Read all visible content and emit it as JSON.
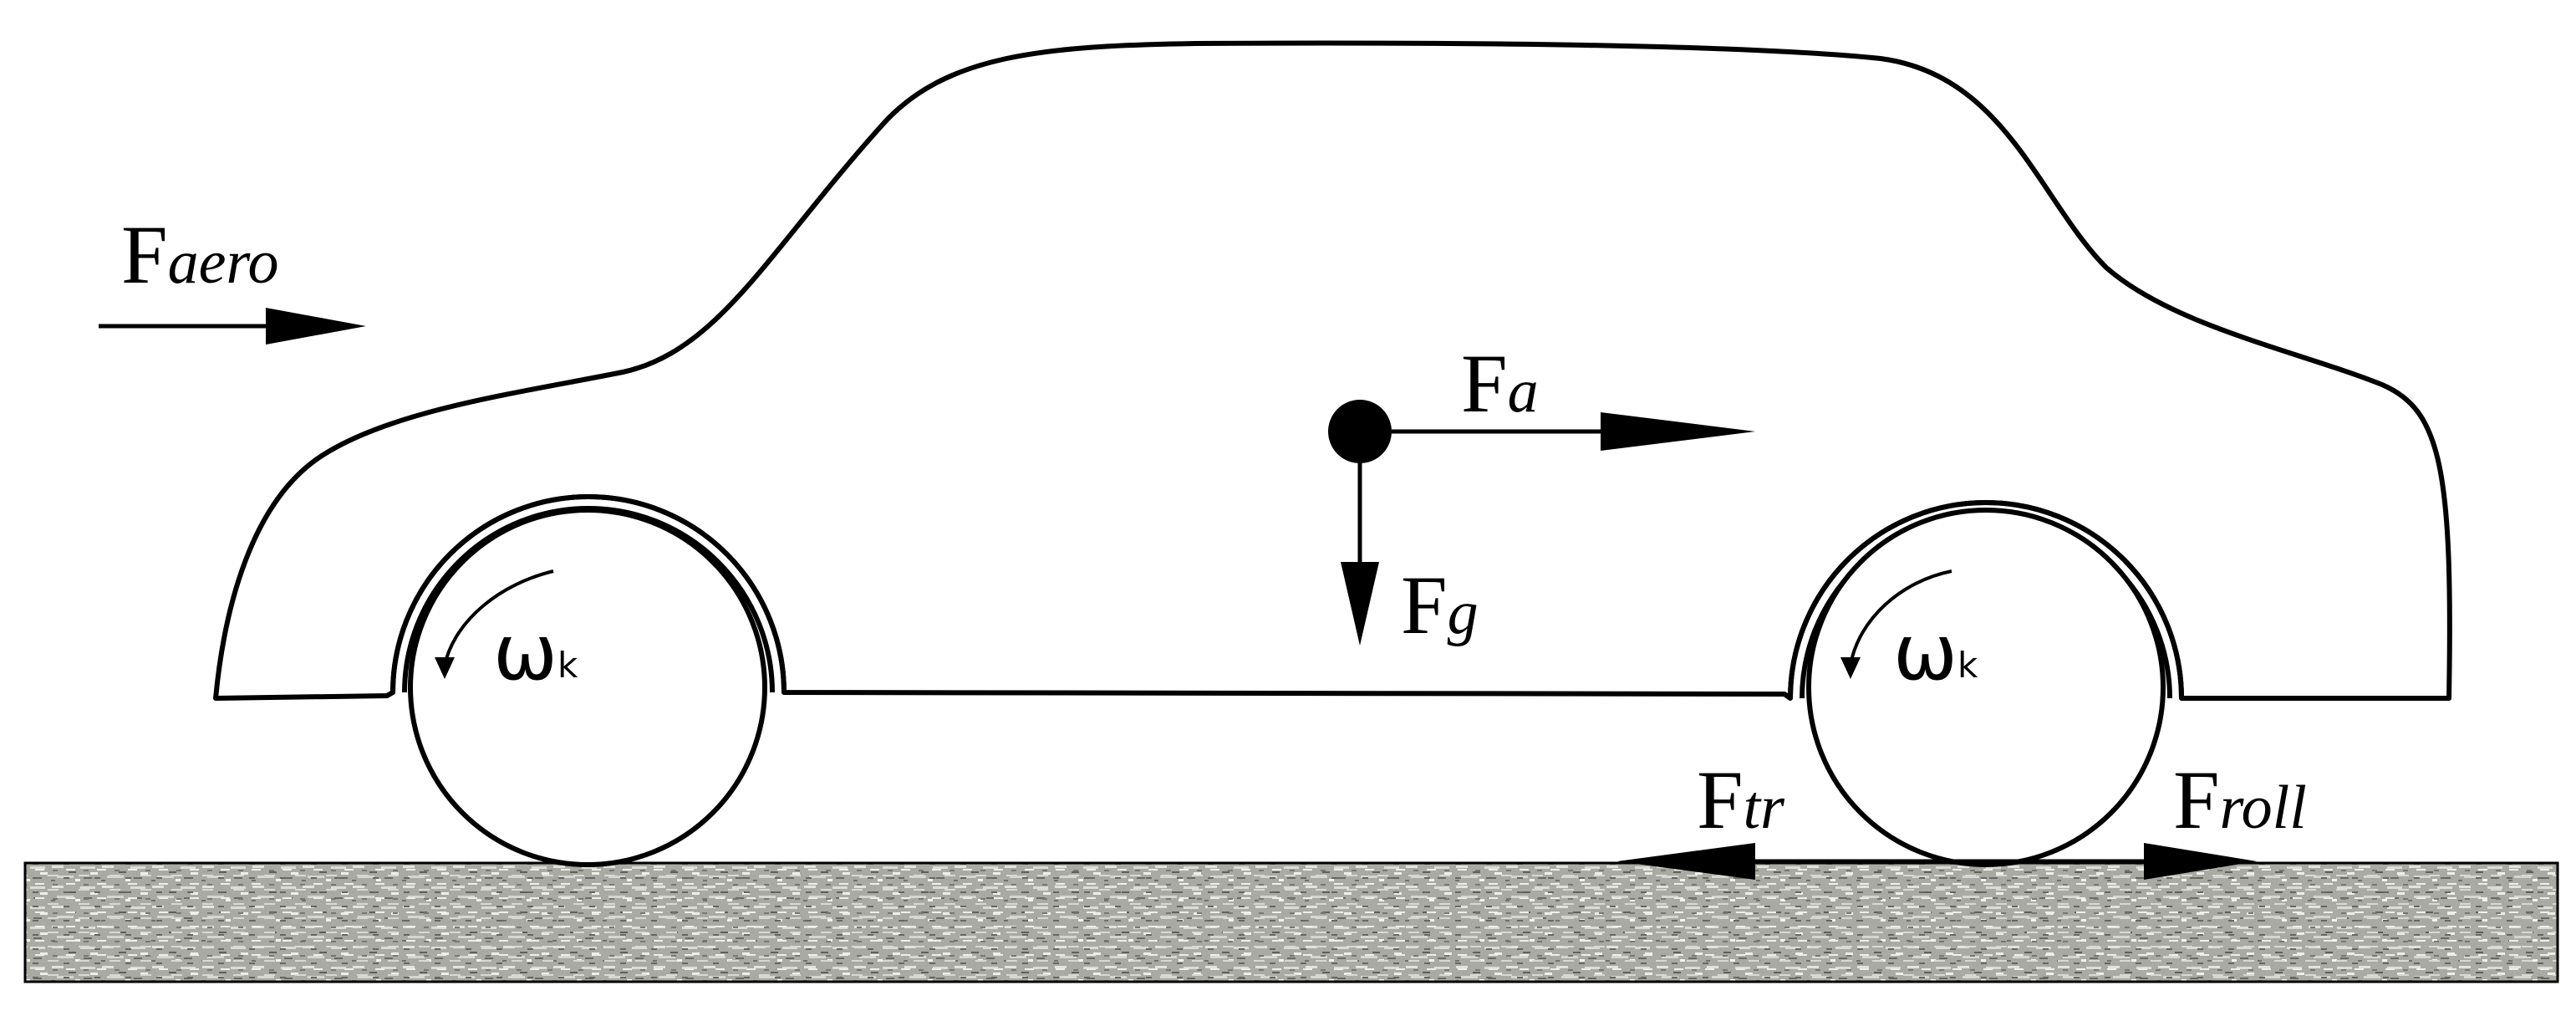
{
  "colors": {
    "line": "#000000",
    "ground_base": "#a9aaa4",
    "ground_light": "#e3e3de",
    "ground_dark": "#5f605b",
    "background": "#ffffff"
  },
  "labels": {
    "f_aero": {
      "main": "F",
      "sub": "aero"
    },
    "f_a": {
      "main": "F",
      "sub": "a"
    },
    "f_g": {
      "main": "F",
      "sub": "g"
    },
    "f_tr": {
      "main": "F",
      "sub": "tr"
    },
    "f_roll": {
      "main": "F",
      "sub": "roll"
    },
    "omega_rear": {
      "main": "ω",
      "sub": "k"
    },
    "omega_front": {
      "main": "ω",
      "sub": "k"
    }
  },
  "icons": {
    "rotation_rear": "curved-arrow-icon",
    "rotation_front": "curved-arrow-icon",
    "center_of_mass": "dot-icon"
  }
}
